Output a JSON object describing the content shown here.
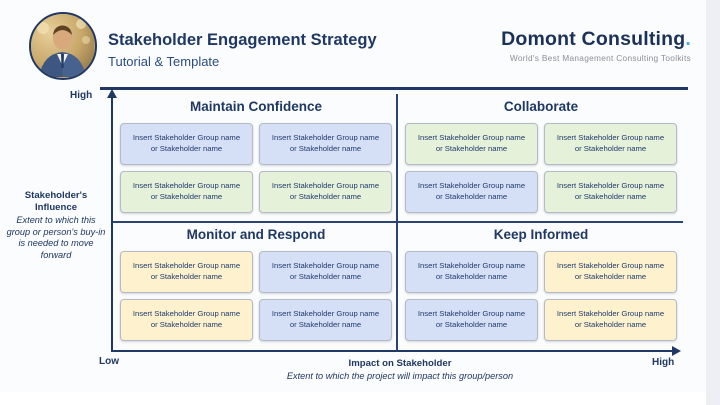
{
  "header": {
    "title": "Stakeholder Engagement Strategy",
    "subtitle": "Tutorial & Template",
    "brand": {
      "name": "Domont Consulting",
      "dot": ".",
      "tagline": "World's Best Management Consulting Toolkits"
    }
  },
  "matrix": {
    "placeholder": "Insert Stakeholder Group name or Stakeholder name",
    "quadrants": [
      {
        "id": "maintain-confidence",
        "title": "Maintain Confidence",
        "boxes": [
          "blue",
          "blue",
          "green",
          "green"
        ]
      },
      {
        "id": "collaborate",
        "title": "Collaborate",
        "boxes": [
          "green",
          "green",
          "blue",
          "green"
        ]
      },
      {
        "id": "monitor-and-respond",
        "title": "Monitor and Respond",
        "boxes": [
          "yellow",
          "blue",
          "yellow",
          "blue"
        ]
      },
      {
        "id": "keep-informed",
        "title": "Keep Informed",
        "boxes": [
          "blue",
          "yellow",
          "blue",
          "yellow"
        ]
      }
    ]
  },
  "axes": {
    "y": {
      "high": "High",
      "low": "Low",
      "label": "Stakeholder's Influence",
      "description": "Extent to which this group or person's buy-in is needed to move forward"
    },
    "x": {
      "label": "Impact on Stakeholder",
      "description": "Extent to which the project will impact this group/person",
      "high": "High"
    }
  },
  "colors": {
    "navy": "#1F3864",
    "box_blue": "#D5E0F7",
    "box_green": "#E5F1D9",
    "box_yellow": "#FDF2CD",
    "logo_dot_blue": "#3EB1E8",
    "tagline_gray": "#8A8F98"
  }
}
